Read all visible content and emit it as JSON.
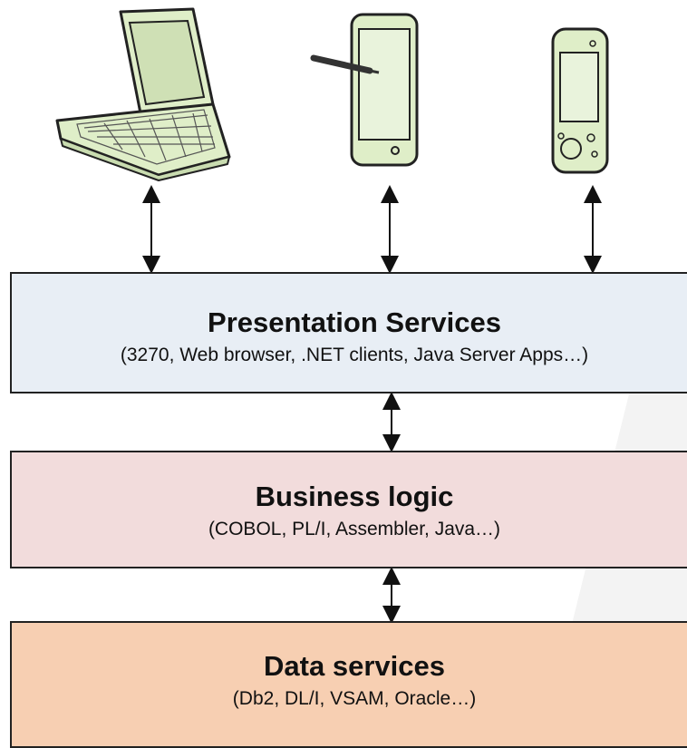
{
  "layers": [
    {
      "title": "Presentation Services",
      "subtitle": "(3270, Web browser, .NET clients, Java Server Apps…)"
    },
    {
      "title": "Business logic",
      "subtitle": "(COBOL, PL/I, Assembler, Java…)"
    },
    {
      "title": "Data services",
      "subtitle": "(Db2, DL/I, VSAM, Oracle…)"
    }
  ],
  "devices": [
    "laptop-icon",
    "tablet-with-stylus-icon",
    "handheld-pda-icon"
  ],
  "colors": {
    "presentation": "#e8eef5",
    "business": "#f2dcdc",
    "data": "#f7cfb2",
    "device_fill": "#dfeec8",
    "device_outline": "#222222"
  }
}
